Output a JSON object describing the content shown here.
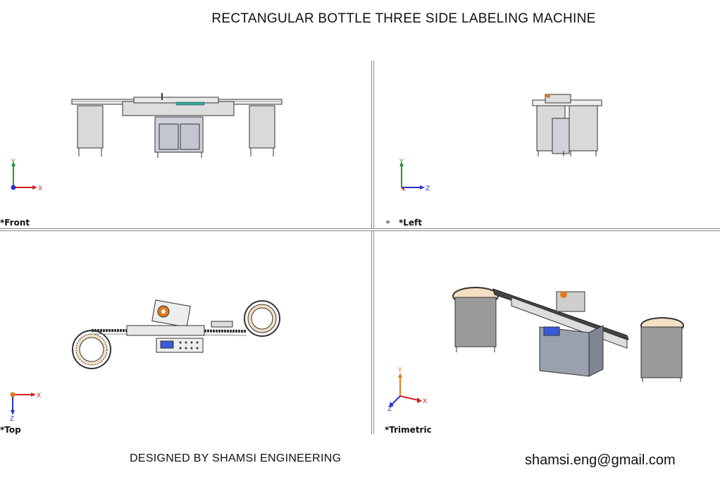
{
  "title": "RECTANGULAR BOTTLE THREE SIDE LABELING  MACHINE",
  "views": {
    "front": "*Front",
    "left": "*Left",
    "top": "*Top",
    "trimetric": "*Trimetric"
  },
  "axes": {
    "x": "X",
    "y": "Y",
    "z": "Z"
  },
  "footer": {
    "designer": "DESIGNED  BY SHAMSI ENGINEERING",
    "email": "shamsi.eng@gmail.com"
  },
  "colors": {
    "cabinet": "#d9d9d9",
    "line": "#333333",
    "axis_x": "#d22222",
    "axis_y": "#1f9a2f",
    "axis_z": "#2533c8",
    "accent_orange": "#e07a1c",
    "panel_blue": "#3a5bd8"
  }
}
